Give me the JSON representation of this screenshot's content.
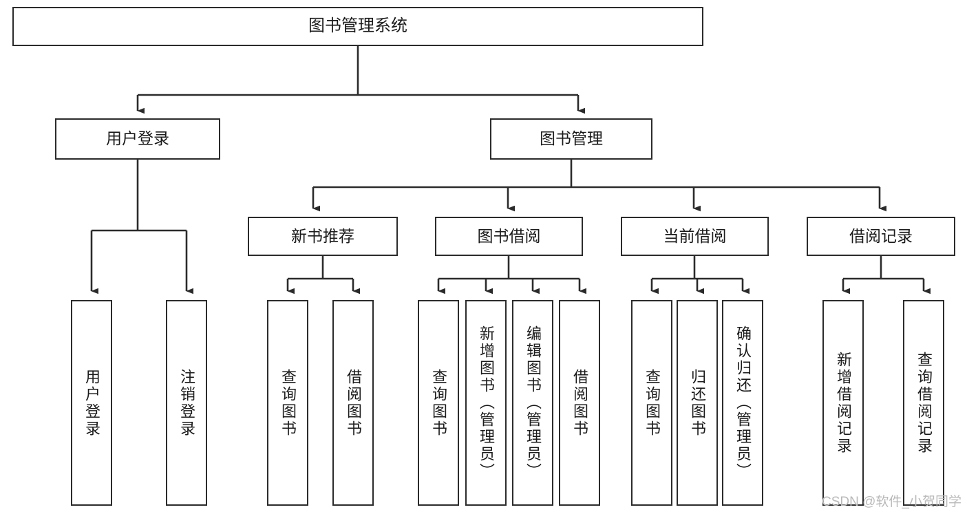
{
  "diagram": {
    "type": "tree-hierarchy",
    "title": "图书管理系统",
    "watermark": "CSDN @软件_小贺同学",
    "colors": {
      "stroke": "#2b2b2b",
      "background": "#ffffff",
      "text": "#1b1b1b",
      "watermark": "#b9b9b9"
    },
    "nodes": {
      "root": {
        "label": "图书管理系统"
      },
      "level2": [
        {
          "label": "用户登录"
        },
        {
          "label": "图书管理"
        }
      ],
      "level3": [
        {
          "label": "新书推荐"
        },
        {
          "label": "图书借阅"
        },
        {
          "label": "当前借阅"
        },
        {
          "label": "借阅记录"
        }
      ],
      "leaves": {
        "user_login": [
          {
            "label": "用户登录"
          },
          {
            "label": "注销登录"
          }
        ],
        "new_book_recommend": [
          {
            "label": "查询图书"
          },
          {
            "label": "借阅图书"
          }
        ],
        "book_borrow": [
          {
            "label": "查询图书"
          },
          {
            "label": "新增图书（管理员）"
          },
          {
            "label": "编辑图书（管理员）"
          },
          {
            "label": "借阅图书"
          }
        ],
        "current_borrow": [
          {
            "label": "查询图书"
          },
          {
            "label": "归还图书"
          },
          {
            "label": "确认归还（管理员）"
          }
        ],
        "borrow_record": [
          {
            "label": "新增借阅记录"
          },
          {
            "label": "查询借阅记录"
          }
        ]
      }
    }
  }
}
